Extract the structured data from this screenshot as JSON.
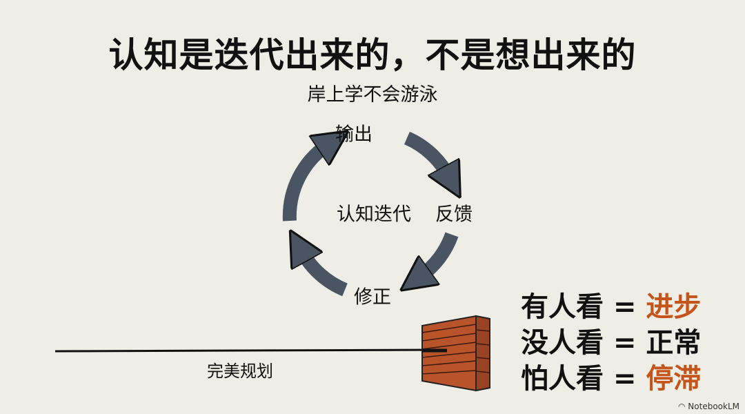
{
  "title": "认知是迭代出来的，不是想出来的",
  "subtitle": "岸上学不会游泳",
  "cycle": {
    "center": "认知迭代",
    "nodes": [
      "输出",
      "反馈",
      "修正"
    ]
  },
  "plan_label": "完美规划",
  "statements": [
    {
      "subject": "有人看",
      "eq": "=",
      "result": "进步",
      "highlight": true
    },
    {
      "subject": "没人看",
      "eq": "=",
      "result": "正常",
      "highlight": false
    },
    {
      "subject": "怕人看",
      "eq": "=",
      "result": "停滞",
      "highlight": true
    }
  ],
  "watermark": "NotebookLM",
  "colors": {
    "background": "#eeede6",
    "arrow": "#4a5563",
    "accent": "#c4541a",
    "brick": "#b9532a"
  }
}
